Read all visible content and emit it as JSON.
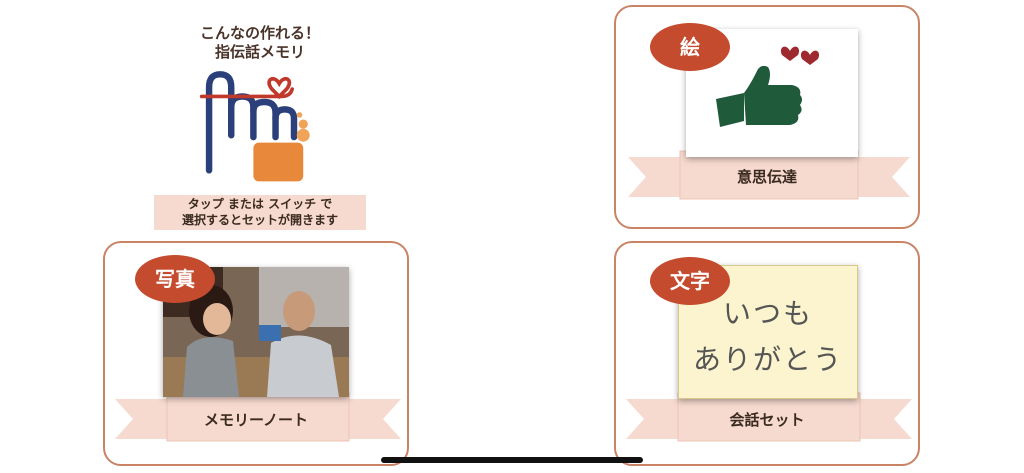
{
  "logo": {
    "title_line1": "こんなの作れる！",
    "title_line2": "指伝話メモリ",
    "hint_line1": "タップ または スイッチ で",
    "hint_line2": "選択するとセットが開きます"
  },
  "cards": {
    "picture": {
      "badge": "絵",
      "label": "意思伝達"
    },
    "photo": {
      "badge": "写真",
      "label": "メモリーノート"
    },
    "text": {
      "badge": "文字",
      "label": "会話セット",
      "note_line1": "いつも",
      "note_line2": "ありがとう"
    }
  },
  "colors": {
    "accent": "#c44b2e",
    "card_border": "#c98466",
    "ribbon": "#f6d9cf",
    "hand": "#1f5a3a",
    "note_bg": "#fbf4cf"
  }
}
